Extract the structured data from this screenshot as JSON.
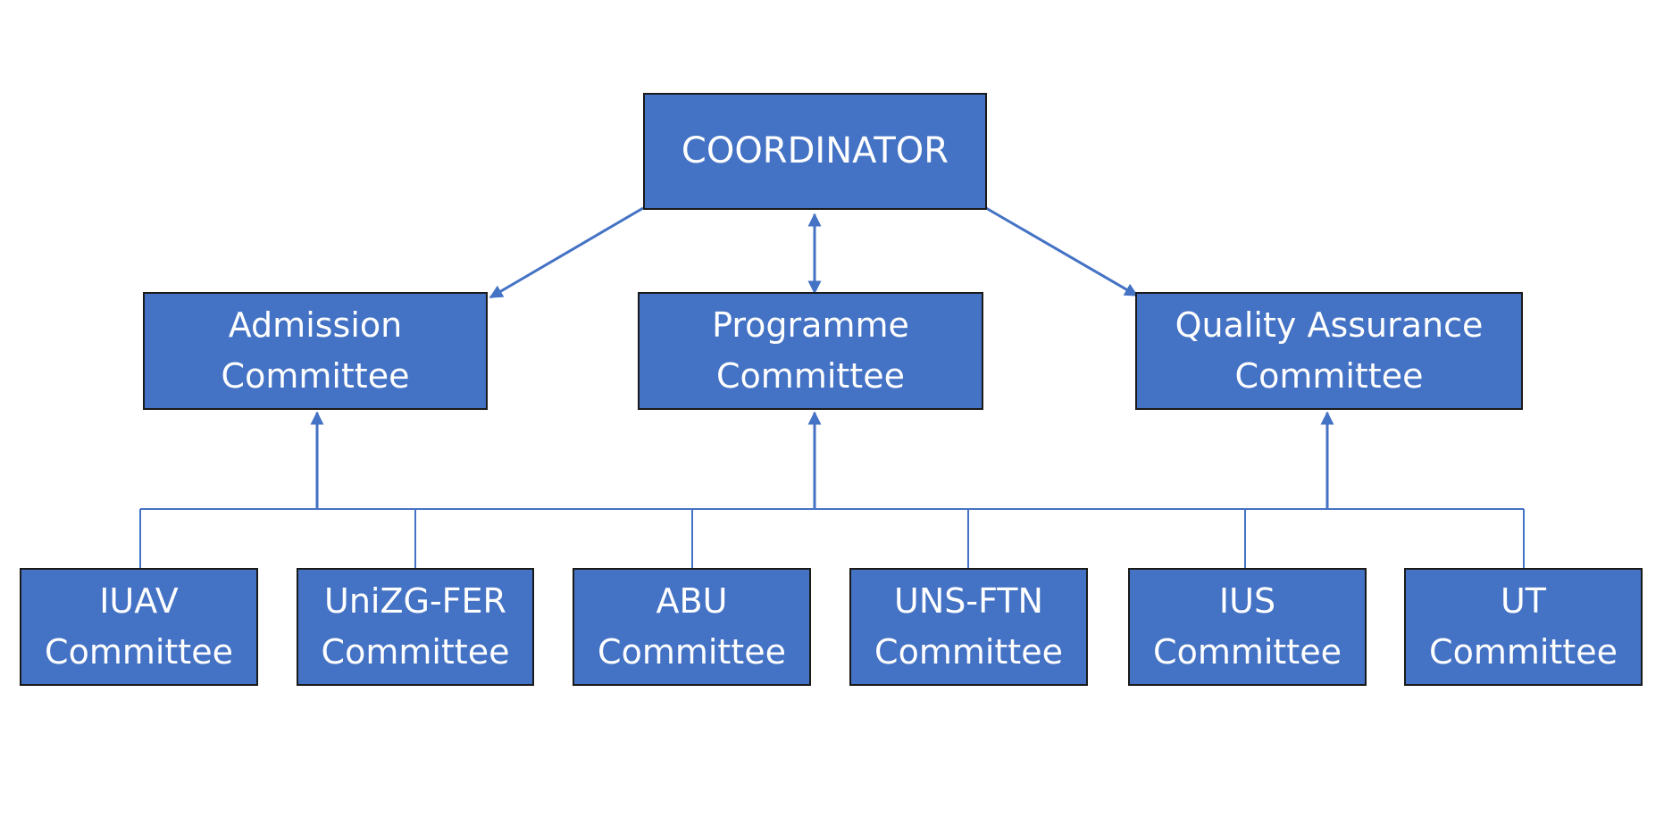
{
  "diagram": {
    "colors": {
      "node_fill": "#4472c4",
      "node_border": "#1a1a1a",
      "node_text": "#ffffff",
      "connector": "#4472c4",
      "background": "#ffffff"
    },
    "coordinator": {
      "label": "COORDINATOR"
    },
    "committees": {
      "admission": {
        "label": "Admission\nCommittee"
      },
      "programme": {
        "label": "Programme\nCommittee"
      },
      "quality": {
        "label": "Quality Assurance\nCommittee"
      }
    },
    "members": [
      {
        "label": "IUAV\nCommittee"
      },
      {
        "label": "UniZG-FER\nCommittee"
      },
      {
        "label": "ABU\nCommittee"
      },
      {
        "label": "UNS-FTN\nCommittee"
      },
      {
        "label": "IUS\nCommittee"
      },
      {
        "label": "UT\nCommittee"
      }
    ],
    "edges": [
      {
        "from": "coordinator",
        "to": "admission",
        "arrow": "end"
      },
      {
        "from": "coordinator",
        "to": "programme",
        "arrow": "both"
      },
      {
        "from": "coordinator",
        "to": "quality",
        "arrow": "end"
      },
      {
        "from": "members",
        "to": "admission",
        "arrow": "end"
      },
      {
        "from": "members",
        "to": "programme",
        "arrow": "end"
      },
      {
        "from": "members",
        "to": "quality",
        "arrow": "end"
      }
    ]
  }
}
